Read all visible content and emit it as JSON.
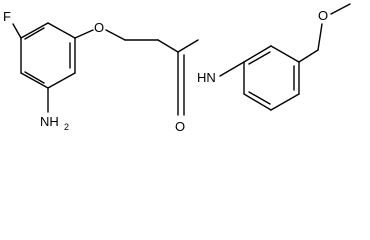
{
  "molecule": {
    "atoms": {
      "fluorine": "F",
      "ether_oxygen": "O",
      "amine_n": "NH",
      "amine_sub": "2",
      "amide_nh": "HN",
      "carbonyl_oxygen": "O",
      "methoxy_oxygen": "O"
    }
  }
}
